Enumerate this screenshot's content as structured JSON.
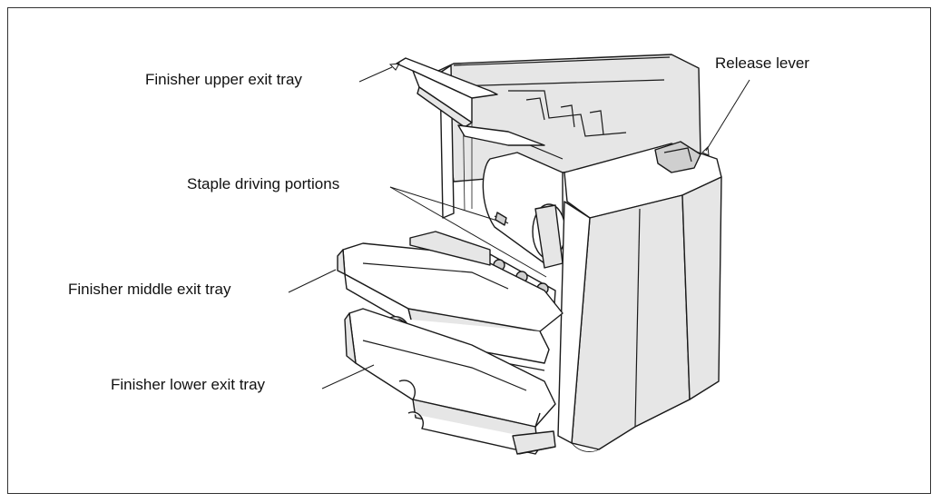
{
  "labels": {
    "upper_tray": "Finisher upper exit tray",
    "release_lever": "Release lever",
    "staple_driving": "Staple driving portions",
    "middle_tray": "Finisher middle exit tray",
    "lower_tray": "Finisher lower exit tray"
  },
  "colors": {
    "line": "#1a1a1a",
    "body_shade": "#e6e6e6",
    "dark_shade": "#cfcfcf",
    "background": "#ffffff"
  }
}
